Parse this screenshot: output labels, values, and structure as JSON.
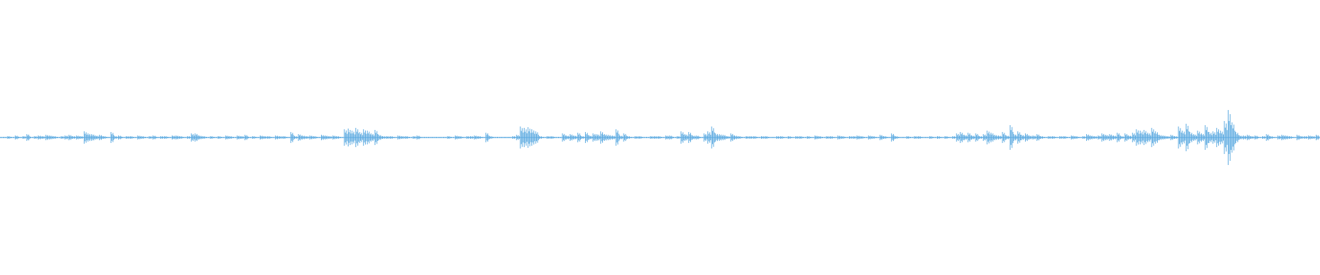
{
  "waveform": {
    "color": "#5aa9e0",
    "background": "#ffffff",
    "envelope": [
      1,
      1,
      2,
      1,
      3,
      1,
      2,
      5,
      1,
      2,
      3,
      2,
      4,
      3,
      2,
      1,
      2,
      3,
      4,
      2,
      3,
      2,
      9,
      6,
      5,
      3,
      4,
      2,
      1,
      8,
      2,
      3,
      1,
      2,
      2,
      1,
      3,
      2,
      1,
      2,
      3,
      1,
      2,
      2,
      1,
      3,
      3,
      2,
      1,
      2,
      6,
      6,
      3,
      2,
      1,
      2,
      1,
      2,
      1,
      3,
      2,
      1,
      3,
      2,
      4,
      1,
      2,
      1,
      3,
      2,
      2,
      1,
      3,
      2,
      2,
      1,
      8,
      2,
      5,
      3,
      2,
      3,
      2,
      1,
      4,
      3,
      2,
      3,
      2,
      1,
      12,
      13,
      10,
      14,
      8,
      12,
      10,
      6,
      11,
      4,
      2,
      2,
      2,
      1,
      3,
      2,
      2,
      1,
      2,
      3,
      1,
      1,
      1,
      1,
      1,
      1,
      1,
      2,
      1,
      3,
      2,
      1,
      2,
      2,
      3,
      2,
      1,
      7,
      2,
      1,
      1,
      1,
      1,
      1,
      2,
      4,
      16,
      14,
      15,
      12,
      9,
      2,
      1,
      2,
      2,
      1,
      1,
      6,
      3,
      5,
      3,
      7,
      2,
      8,
      3,
      6,
      5,
      9,
      5,
      4,
      3,
      12,
      3,
      6,
      2,
      1,
      2,
      2,
      1,
      1,
      2,
      2,
      2,
      1,
      3,
      3,
      1,
      2,
      9,
      5,
      8,
      3,
      3,
      1,
      6,
      9,
      16,
      6,
      5,
      4,
      2,
      6,
      3,
      2,
      1,
      2,
      2,
      2,
      1,
      2,
      2,
      1,
      1,
      2,
      2,
      1,
      2,
      1,
      2,
      2,
      1,
      2,
      1,
      3,
      2,
      1,
      2,
      2,
      1,
      3,
      2,
      1,
      2,
      2,
      3,
      2,
      1,
      3,
      2,
      1,
      4,
      2,
      1,
      6,
      2,
      1,
      1,
      2,
      1,
      2,
      2,
      1,
      1,
      2,
      1,
      2,
      1,
      2,
      1,
      2,
      6,
      8,
      4,
      7,
      3,
      6,
      2,
      5,
      10,
      7,
      4,
      3,
      8,
      3,
      18,
      5,
      9,
      4,
      6,
      3,
      3,
      5,
      2,
      1,
      2,
      2,
      1,
      2,
      2,
      1,
      3,
      2,
      1,
      2,
      5,
      3,
      2,
      3,
      6,
      4,
      5,
      3,
      7,
      2,
      6,
      3,
      7,
      12,
      10,
      11,
      7,
      14,
      9,
      4,
      3,
      2,
      4,
      2,
      16,
      10,
      20,
      8,
      5,
      10,
      6,
      18,
      8,
      9,
      14,
      10,
      24,
      40,
      22,
      8,
      3,
      3,
      4,
      2,
      3,
      1,
      2,
      5,
      2,
      1,
      3,
      4,
      3,
      2,
      1,
      4,
      2,
      2,
      3,
      2,
      4
    ]
  }
}
